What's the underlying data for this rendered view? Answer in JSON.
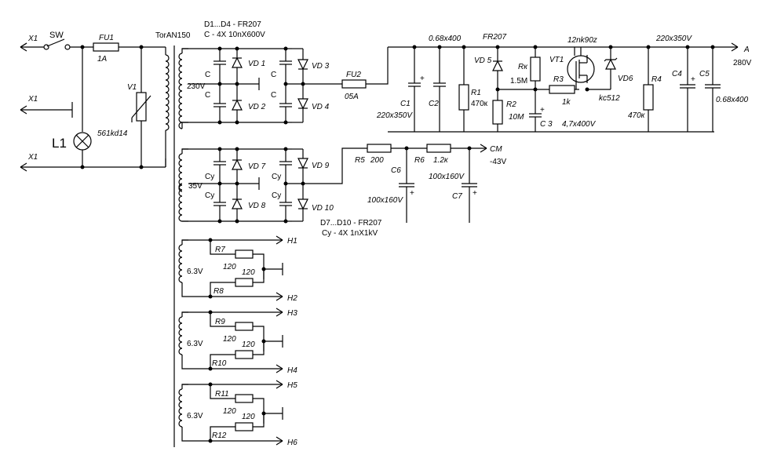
{
  "labels": {
    "x1_top": "X1",
    "sw": "SW",
    "fu1": "FU1",
    "fu1_val": "1A",
    "transformer": "TorAN150",
    "v1": "V1",
    "v1_val": "561kd14",
    "x1_mid": "X1",
    "l1": "L1",
    "x1_bot": "X1",
    "bridge1_note1": "D1...D4 - FR207",
    "bridge1_note2": "C - 4X 10nX600V",
    "sec1_v": "230V",
    "c_a": "C",
    "c_b": "C",
    "c_c": "C",
    "c_d": "C",
    "vd1": "VD 1",
    "vd2": "VD 2",
    "vd3": "VD 3",
    "vd4": "VD 4",
    "fu2": "FU2",
    "fu2_val": "05A",
    "c1": "C1",
    "c1_val": "220x350V",
    "c2": "C2",
    "c2_val": "0.68x400",
    "r1": "R1",
    "r1_val": "470к",
    "vd5_type": "FR207",
    "vd5": "VD 5",
    "rk": "Rк",
    "rk_val": "1.5M",
    "r2": "R2",
    "r2_val": "10M",
    "c3": "C 3",
    "c3_val": "4,7x400V",
    "vt1_type": "12nk90z",
    "vt1": "VT1",
    "r3": "R3",
    "r3_val": "1k",
    "vd6": "VD6",
    "vd6_type": "kc512",
    "r4": "R4",
    "r4_val": "470к",
    "c4": "C4",
    "c4c5_val": "220x350V",
    "c5": "C5",
    "c5_val": "0.68x400",
    "out_a": "A",
    "out_a_v": "280V",
    "sec2_v": "35V",
    "cy_a": "Cy",
    "cy_b": "Cy",
    "cy_c": "Cy",
    "cy_d": "Cy",
    "vd7": "VD 7",
    "vd8": "VD 8",
    "vd9": "VD 9",
    "vd10": "VD 10",
    "bridge2_note1": "D7...D10 - FR207",
    "bridge2_note2": "Cy - 4X 1nX1kV",
    "r5": "R5",
    "r5_val": "200",
    "r6": "R6",
    "r6_val": "1.2к",
    "c6_val": "100x160V",
    "c6": "C6",
    "c7_val": "100x160V",
    "c7": "C7",
    "out_cm": "CM",
    "out_cm_v": "-43V",
    "h_v1": "6.3V",
    "r7": "R7",
    "r7_val": "120",
    "r8_val": "120",
    "r8": "R8",
    "h1": "H1",
    "h2": "H2",
    "h_v2": "6.3V",
    "r9": "R9",
    "r9_val": "120",
    "r10_val": "120",
    "r10": "R10",
    "h3": "H3",
    "h4": "H4",
    "h_v3": "6.3V",
    "r11": "R11",
    "r11_val": "120",
    "r12_val": "120",
    "r12": "R12",
    "h5": "H5",
    "h6": "H6"
  }
}
